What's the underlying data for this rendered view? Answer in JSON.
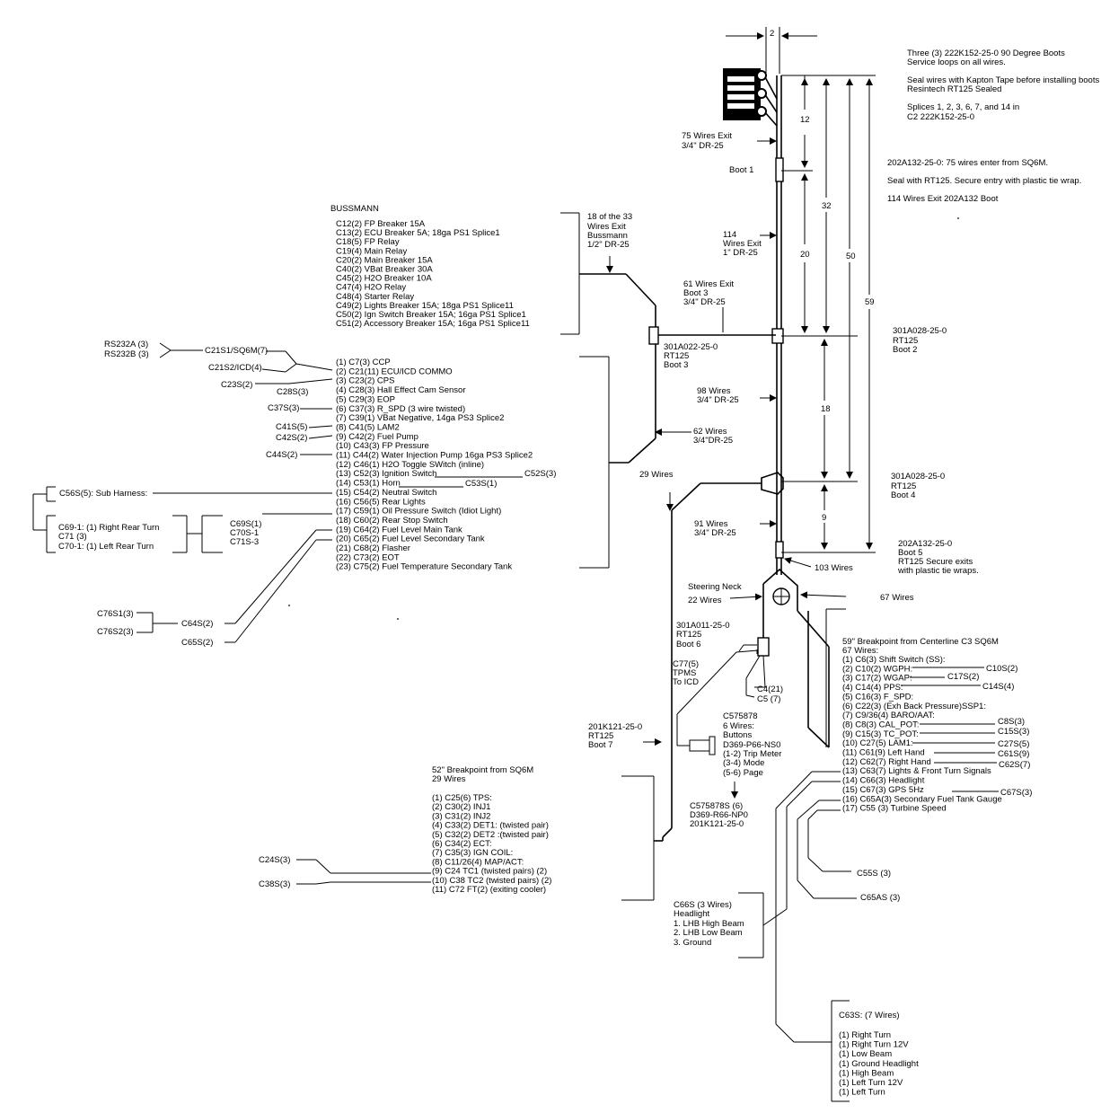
{
  "dims": {
    "top_gap": "2",
    "d12": "12",
    "d20": "20",
    "d32": "32",
    "d50": "50",
    "d59": "59",
    "d18": "18",
    "d9": "9"
  },
  "top_notes": {
    "l1": "Three (3) 222K152-25-0 90 Degree Boots",
    "l2": "Service loops on all wires.",
    "l3": "Seal wires with Kapton Tape before installing boots",
    "l4": "Resintech RT125 Sealed",
    "l5": "Splices 1, 2, 3, 6, 7, and 14 in",
    "l6": "C2 222K152-25-0"
  },
  "boot202a132_notes": {
    "l1": "202A132-25-0: 75 wires enter from SQ6M.",
    "l2": "Seal with RT125. Secure entry with plastic tie wrap.",
    "l3": "114 Wires Exit 202A132 Boot"
  },
  "labels": {
    "wires75_1": "75 Wires Exit",
    "wires75_2": "3/4\" DR-25",
    "boot1": "Boot 1",
    "wires114_1": "114",
    "wires114_2": "Wires Exit",
    "wires114_3": "1\" DR-25",
    "wires61_1": "61 Wires Exit",
    "wires61_2": "Boot 3",
    "wires61_3": "3/4\" DR-25",
    "bus18_1": "18 of the 33",
    "bus18_2": "Wires Exit",
    "bus18_3": "Bussmann",
    "bus18_4": "1/2\" DR-25",
    "b3_1": "301A022-25-0",
    "b3_2": "RT125",
    "b3_3": "Boot 3",
    "b2_1": "301A028-25-0",
    "b2_2": "RT125",
    "b2_3": "Boot 2",
    "w98_1": "98 Wires",
    "w98_2": "3/4\" DR-25",
    "w62_1": "62 Wires",
    "w62_2": "3/4\"DR-25",
    "w29": "29 Wires",
    "b4_1": "301A028-25-0",
    "b4_2": "RT125",
    "b4_3": "Boot 4",
    "w91_1": "91 Wires",
    "w91_2": "3/4\" DR-25",
    "b5_1": "202A132-25-0",
    "b5_2": "Boot 5",
    "b5_3": "RT125 Secure exits",
    "b5_4": "with plastic tie wraps.",
    "w103": "103 Wires",
    "steer_1": "Steering Neck",
    "steer_2": "22 Wires",
    "w67": "67 Wires",
    "b6_1": "301A011-25-0",
    "b6_2": "RT125",
    "b6_3": "Boot 6",
    "c77_1": "C77(5)",
    "c77_2": "TPMS",
    "c77_3": "To ICD",
    "c4": "C4(21)",
    "c5": "C5 (7)",
    "b7_1": "201K121-25-0",
    "b7_2": "RT125",
    "b7_3": "Boot 7",
    "btn_1": "C575878",
    "btn_2": "6 Wires:",
    "btn_3": "Buttons",
    "btn_4": "D369-P66-NS0",
    "btn_5": "(1-2) Trip Meter",
    "btn_6": "(3-4) Mode",
    "btn_7": "(5-6) Page",
    "btn2_1": "C575878S (6)",
    "btn2_2": "D369-R66-NP0",
    "btn2_3": "201K121-25-0"
  },
  "bussmann": {
    "title": "BUSSMANN",
    "items": [
      "C12(2) FP Breaker 15A",
      "C13(2) ECU Breaker 5A; 18ga PS1 Splice1",
      "C18(5) FP Relay",
      "C19(4) Main Relay",
      "C20(2) Main Breaker 15A",
      "C40(2) VBat Breaker 30A",
      "C45(2) H2O Breaker 10A",
      "C47(4) H2O Relay",
      "C48(4) Starter Relay",
      "C49(2) Lights Breaker 15A; 18ga PS1 Splice11",
      "C50(2) Ign Switch Breaker 15A; 16ga PS1 Splice1",
      "C51(2) Accessory Breaker 15A; 16ga PS1 Splice11"
    ]
  },
  "left23": {
    "items": [
      "(1) C7(3) CCP",
      "(2) C21(11) ECU/ICD COMMO",
      "(3) C23(2) CPS",
      "(4) C28(3) Hall Effect Cam Sensor",
      "(5) C29(3) EOP",
      "(6) C37(3) R_SPD (3 wire twisted)",
      "(7) C39(1) VBat Negative, 14ga PS3 Splice2",
      "(8) C41(5) LAM2",
      "(9) C42(2) Fuel Pump",
      "(10) C43(3) FP Pressure",
      "(11) C44(2) Water Injection Pump 16ga PS3 Splice2",
      "(12) C46(1) H2O Toggle SWitch (inline)",
      "(13) C52(3) Ignition Switch",
      "(14) C53(1) Horn",
      "(15) C54(2) Neutral Switch",
      "(16) C56(5) Rear Lights",
      "(17) C59(1) Oil Pressure Switch (Idiot Light)",
      "(18) C60(2) Rear Stop Switch",
      "(19) C64(2) Fuel Level Main Tank",
      "(20) C65(2) Fuel Level Secondary Tank",
      "(21) C68(2) Flasher",
      "(22) C73(2) EOT",
      "(23) C75(2) Fuel Temperature Secondary Tank"
    ],
    "c52s": "C52S(3)",
    "c53s": "C53S(1)"
  },
  "left_conn": {
    "rs232a": "RS232A (3)",
    "rs232b": "RS232B (3)",
    "c21s1": "C21S1/SQ6M(7)",
    "c21s2": "C21S2/ICD(4)",
    "c23s": "C23S(2)",
    "c28s": "C28S(3)",
    "c37s": "C37S(3)",
    "c41s": "C41S(5)",
    "c42s": "C42S(2)",
    "c44s": "C44S(2)",
    "c56s": "C56S(5): Sub Harness:",
    "c69": "C69-1: (1) Right Rear Turn",
    "c71": "C71 (3)",
    "c70": "C70-1: (1) Left Rear Turn",
    "c69s": "C69S(1)",
    "c70s": "C70S-1",
    "c71s": "C71S-3",
    "c76s1": "C76S1(3)",
    "c76s2": "C76S2(3)",
    "c64s": "C64S(2)",
    "c65s": "C65S(2)"
  },
  "sq6m52": {
    "title1": "52\" Breakpoint from SQ6M",
    "title2": "29 Wires",
    "items": [
      "(1) C25(6) TPS:",
      "(2) C30(2) INJ1",
      "(3) C31(2) INJ2",
      "(4) C33(2) DET1: (twisted pair)",
      "(5) C32(2) DET2 :(twisted pair)",
      "(6) C34(2) ECT:",
      "(7) C35(3) IGN COIL:",
      "(8) C11/26(4) MAP/ACT:",
      "(9) C24 TC1 (twisted pairs) (2)",
      "(10) C38 TC2 (twisted pairs) (2)",
      "(11) C72 FT(2) (exiting cooler)"
    ],
    "c24s": "C24S(3)",
    "c38s": "C38S(3)"
  },
  "right67": {
    "title1": "59\" Breakpoint from Centerline C3 SQ6M",
    "title2": "67 Wires:",
    "items": [
      "(1) C6(3) Shift Switch (SS):",
      "(2) C10(2) WGPH:",
      "(3) C17(2) WGAP:",
      "(4) C14(4) PPS:",
      "(5) C16(3) F_SPD:",
      "(6) C22(3) (Exh Back Pressure)SSP1:",
      "(7) C9/36(4) BARO/AAT:",
      "(8) C8(3) CAL_POT:",
      "(9) C15(3) TC_POT:",
      "(10) C27(5) LAM1:",
      "(11) C61(9) Left Hand",
      "(12) C62(7) Right Hand",
      "(13) C63(7) Lights & Front Turn Signals",
      "(14) C66(3) Headlight",
      "(15) C67(3) GPS 5Hz",
      "(16) C65A(3) Secondary Fuel Tank Gauge",
      "(17) C55 (3) Turbine Speed"
    ],
    "c10s": "C10S(2)",
    "c17s": "C17S(2)",
    "c14s": "C14S(4)",
    "c8s": "C8S(3)",
    "c15s": "C15S(3)",
    "c27s": "C27S(5)",
    "c61s": "C61S(9)",
    "c62s": "C62S(7)",
    "c67s": "C67S(3)",
    "c55s": "C55S (3)",
    "c65as": "C65AS (3)"
  },
  "headlight": {
    "l1": "C66S (3 Wires)",
    "l2": "Headlight",
    "l3": "1. LHB High Beam",
    "l4": "2. LHB Low Beam",
    "l5": "3. Ground"
  },
  "c63s": {
    "title": "C63S: (7 Wires)",
    "items": [
      "(1) Right Turn",
      "(1) Right Turn 12V",
      "(1) Low Beam",
      "(1) Ground Headlight",
      "(1) High Beam",
      "(1) Left Turn 12V",
      "(1) Left Turn"
    ]
  }
}
